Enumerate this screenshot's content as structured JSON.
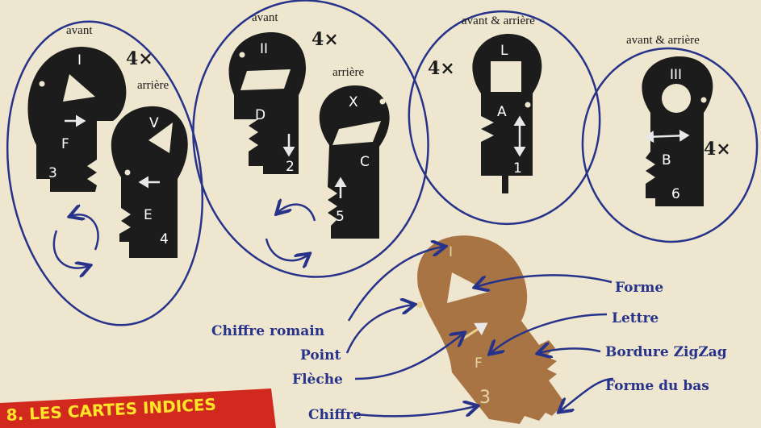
{
  "title": "8. LES CARTES INDICES",
  "cards": [
    {
      "top": "avant",
      "bottom": "arrière",
      "count": "4×",
      "numerals": [
        "I",
        "V"
      ],
      "letters": [
        "F",
        "E"
      ],
      "digits": [
        "3",
        "4"
      ]
    },
    {
      "top": "avant",
      "bottom": "arrière",
      "count": "4×",
      "numerals": [
        "II",
        "X"
      ],
      "letters": [
        "D",
        "C"
      ],
      "digits": [
        "2",
        "5"
      ]
    },
    {
      "top": "avant & arrière",
      "count": "4×",
      "numerals": [
        "L"
      ],
      "letters": [
        "A"
      ],
      "digits": [
        "1"
      ]
    },
    {
      "top": "avant & arrière",
      "count": "4×",
      "numerals": [
        "III"
      ],
      "letters": [
        "B"
      ],
      "digits": [
        "6"
      ]
    }
  ],
  "diagram": {
    "numeral": "I",
    "letter": "F",
    "digit": "3",
    "labels": {
      "roman": "Chiffre romain",
      "point": "Point",
      "arrow": "Flèche",
      "digit": "Chiffre",
      "shape": "Forme",
      "letter": "Lettre",
      "zigzag": "Bordure ZigZag",
      "bottom": "Forme du bas"
    }
  },
  "colors": {
    "background": "#efe6cf",
    "ink": "#27338a",
    "key": "#1c1c1c",
    "copper": "#a87444",
    "banner": "#d2291f",
    "bannerText": "#ffe52a"
  }
}
